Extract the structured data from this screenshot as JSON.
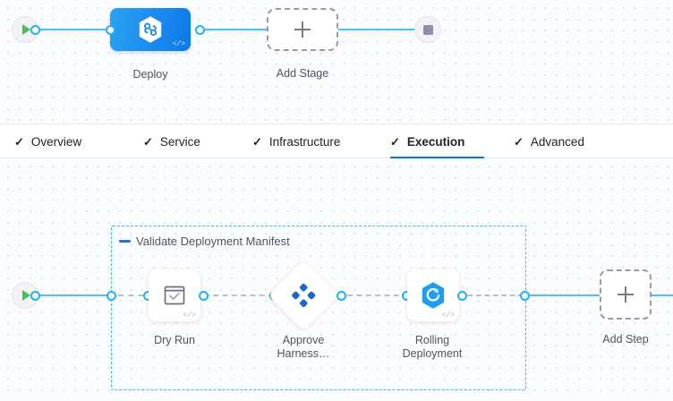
{
  "app": {
    "name": "harness-pipeline-studio"
  },
  "stage_canvas": {
    "start_node": {
      "icon": "play-icon"
    },
    "end_node": {
      "icon": "stop-icon"
    },
    "stages": [
      {
        "id": "deploy",
        "label": "Deploy",
        "icon": "harness-infinity-hexagon-icon",
        "type": "deployment",
        "selected": true,
        "code_tag": "</>"
      }
    ],
    "add_stage": {
      "label": "Add Stage",
      "icon": "plus-icon"
    }
  },
  "tabs": {
    "items": [
      {
        "label": "Overview",
        "icon": "check-icon",
        "active": false
      },
      {
        "label": "Service",
        "icon": "check-icon",
        "active": false
      },
      {
        "label": "Infrastructure",
        "icon": "check-icon",
        "active": false
      },
      {
        "label": "Execution",
        "icon": "check-icon",
        "active": true
      },
      {
        "label": "Advanced",
        "icon": "check-icon",
        "active": false
      }
    ],
    "active_accent": "#0278d5"
  },
  "execution_canvas": {
    "start_node": {
      "icon": "play-icon"
    },
    "step_group": {
      "label": "Validate Deployment Manifest",
      "collapse_icon": "minus-icon",
      "border_color": "#33c0f5"
    },
    "steps": [
      {
        "id": "dry-run",
        "label": "Dry Run",
        "icon": "shell-script-check-icon",
        "shape": "rounded-square",
        "code_tag": "</>"
      },
      {
        "id": "approve-harness",
        "label": "Approve\nHarness…",
        "icon": "harness-approval-diamond-icon",
        "shape": "diamond",
        "code_tag": ""
      },
      {
        "id": "rolling-deployment",
        "label": "Rolling\nDeployment",
        "icon": "rolling-deployment-hexagon-icon",
        "shape": "rounded-square",
        "code_tag": "</>"
      }
    ],
    "add_step": {
      "label": "Add Step",
      "icon": "plus-icon"
    }
  },
  "colors": {
    "connector": "#4dc1f4",
    "connector_dashed": "#b9bfc9",
    "port": "#1fb3f3",
    "stage_node_start": "#27a3f0",
    "stage_node_end": "#0b7ae8",
    "canvas_bg": "#fbfcfe",
    "grid_dot": "#d3dbe6",
    "play_green": "#4dbd5c",
    "stop_gray": "#8f8fa5",
    "label_text": "#4f5562"
  }
}
